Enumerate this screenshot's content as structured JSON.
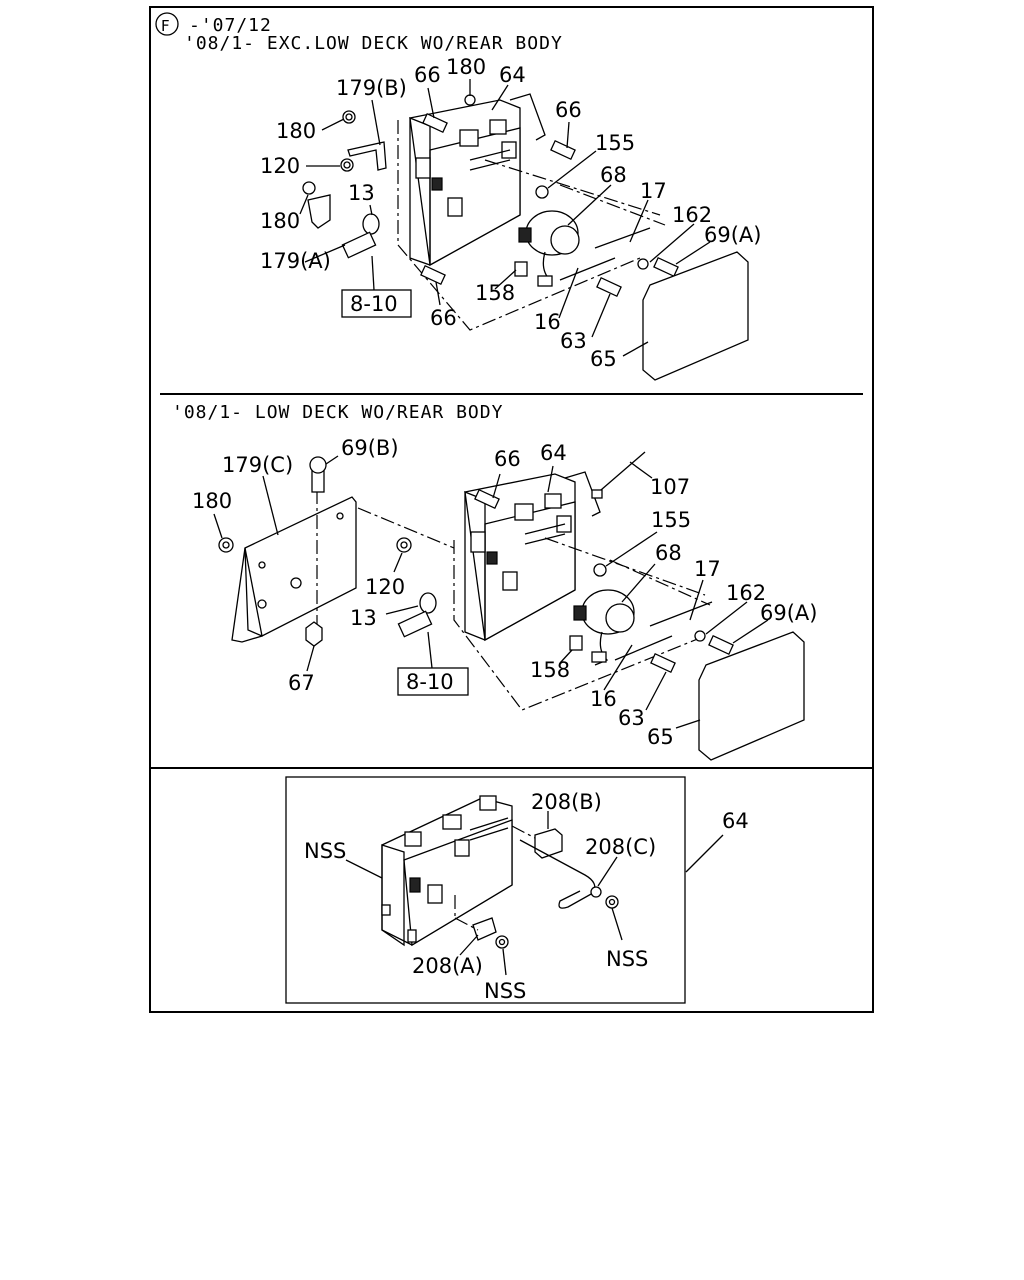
{
  "section1": {
    "variant_symbol": "F",
    "header_line1": "-'07/12",
    "header_line2": "'08/1- EXC.LOW DECK WO/REAR BODY",
    "callouts": {
      "c179b": "179(B)",
      "c66a": "66",
      "c180a": "180",
      "c64": "64",
      "c66b": "66",
      "c180b": "180",
      "c155": "155",
      "c120": "120",
      "c68": "68",
      "c13": "13",
      "c17": "17",
      "c180c": "180",
      "c162": "162",
      "c69a": "69(A)",
      "c179a": "179(A)",
      "ref810": "8-10",
      "c158": "158",
      "c66c": "66",
      "c16": "16",
      "c63": "63",
      "c65": "65"
    }
  },
  "section2": {
    "header": "'08/1- LOW DECK WO/REAR BODY",
    "callouts": {
      "c179c": "179(C)",
      "c69b": "69(B)",
      "c66": "66",
      "c64": "64",
      "c107": "107",
      "c180": "180",
      "c155": "155",
      "c68": "68",
      "c120": "120",
      "c17": "17",
      "c162": "162",
      "c13": "13",
      "c69a": "69(A)",
      "ref810": "8-10",
      "c158": "158",
      "c67": "67",
      "c16": "16",
      "c63": "63",
      "c65": "65"
    }
  },
  "section3": {
    "callouts": {
      "c208b": "208(B)",
      "c64": "64",
      "nss1": "NSS",
      "c208c": "208(C)",
      "nss2": "NSS",
      "c208a": "208(A)",
      "nss3": "NSS"
    }
  }
}
